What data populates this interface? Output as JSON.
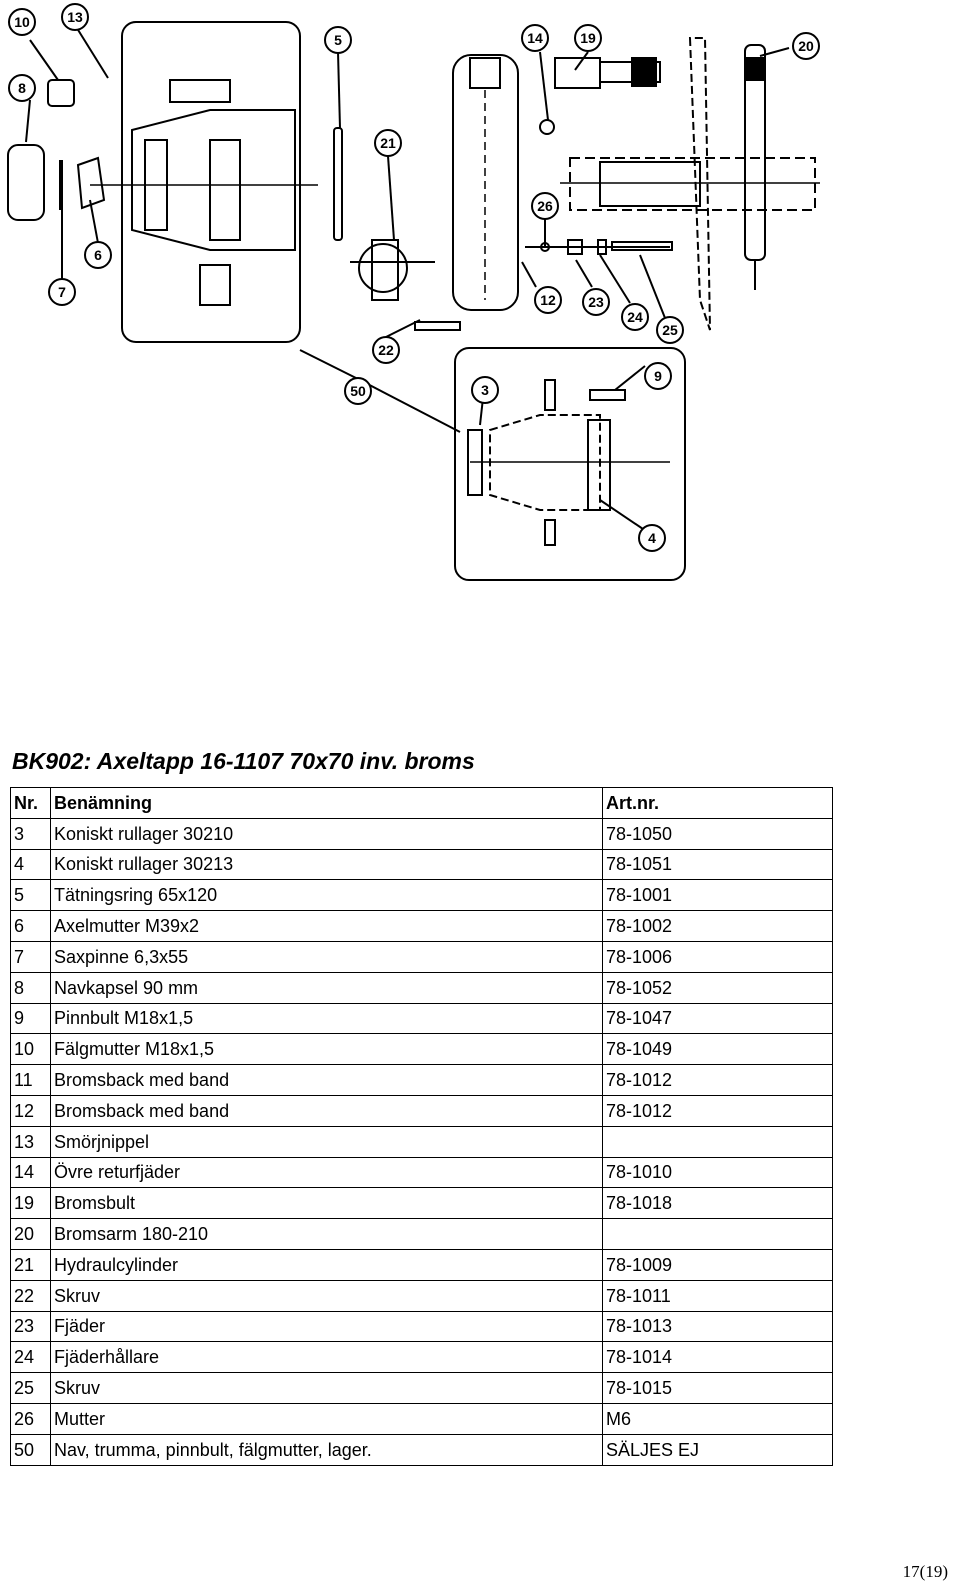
{
  "diagram": {
    "callouts": [
      "10",
      "13",
      "8",
      "7",
      "6",
      "5",
      "21",
      "22",
      "14",
      "19",
      "20",
      "26",
      "12",
      "23",
      "24",
      "25",
      "50",
      "3",
      "9",
      "4"
    ]
  },
  "document": {
    "title": "BK902: Axeltapp 16-1107 70x70 inv. broms",
    "page_number": "17(19)"
  },
  "table": {
    "headers": [
      "Nr.",
      "Benämning",
      "Art.nr."
    ],
    "rows": [
      [
        "3",
        "Koniskt rullager 30210",
        "78-1050"
      ],
      [
        "4",
        "Koniskt rullager 30213",
        "78-1051"
      ],
      [
        "5",
        "Tätningsring 65x120",
        "78-1001"
      ],
      [
        "6",
        "Axelmutter M39x2",
        "78-1002"
      ],
      [
        "7",
        "Saxpinne 6,3x55",
        "78-1006"
      ],
      [
        "8",
        "Navkapsel 90 mm",
        "78-1052"
      ],
      [
        "9",
        "Pinnbult M18x1,5",
        "78-1047"
      ],
      [
        "10",
        "Fälgmutter M18x1,5",
        "78-1049"
      ],
      [
        "11",
        "Bromsback med band",
        "78-1012"
      ],
      [
        "12",
        "Bromsback med band",
        "78-1012"
      ],
      [
        "13",
        "Smörjnippel",
        ""
      ],
      [
        "14",
        "Övre returfjäder",
        "78-1010"
      ],
      [
        "19",
        "Bromsbult",
        "78-1018"
      ],
      [
        "20",
        "Bromsarm 180-210",
        ""
      ],
      [
        "21",
        "Hydraulcylinder",
        "78-1009"
      ],
      [
        "22",
        "Skruv",
        "78-1011"
      ],
      [
        "23",
        "Fjäder",
        "78-1013"
      ],
      [
        "24",
        "Fjäderhållare",
        "78-1014"
      ],
      [
        "25",
        "Skruv",
        "78-1015"
      ],
      [
        "26",
        "Mutter",
        "M6"
      ],
      [
        "50",
        "Nav, trumma, pinnbult, fälgmutter, lager.",
        "SÄLJES EJ"
      ]
    ]
  }
}
